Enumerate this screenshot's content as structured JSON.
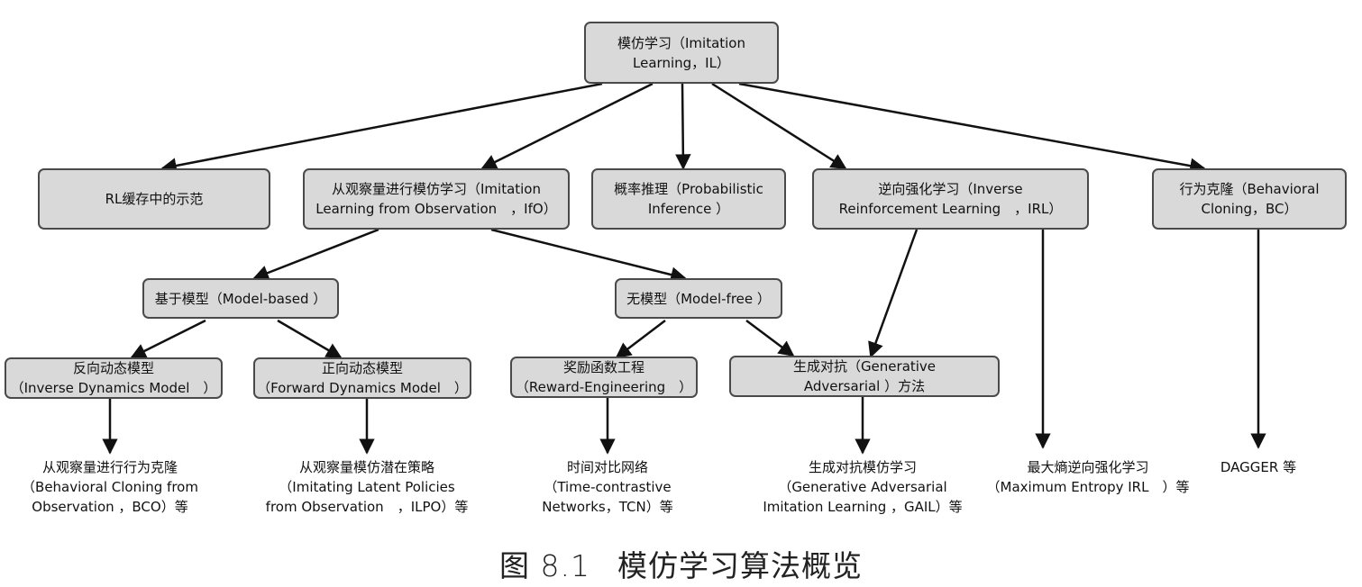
{
  "nodes": {
    "root": [
      "模仿学习（Imitation",
      "Learning，IL）"
    ],
    "rl_cache": [
      "RL缓存中的示范"
    ],
    "ifo": [
      "从观察量进行模仿学习（Imitation",
      "Learning from Observation　，IfO）"
    ],
    "prob": [
      "概率推理（Probabilistic",
      "Inference ）"
    ],
    "irl": [
      "逆向强化学习（Inverse",
      "Reinforcement Learning　，IRL）"
    ],
    "bc": [
      "行为克隆（Behavioral",
      "Cloning，BC）"
    ],
    "model_based": [
      "基于模型（Model-based ）"
    ],
    "model_free": [
      "无模型（Model-free ）"
    ],
    "inverse_dyn": [
      "反向动态模型",
      "（Inverse Dynamics Model　）"
    ],
    "forward_dyn": [
      "正向动态模型",
      "（Forward Dynamics Model　）"
    ],
    "reward_eng": [
      "奖励函数工程",
      "（Reward-Engineering　）"
    ],
    "gen_adv": [
      "生成对抗（Generative",
      "Adversarial ）方法"
    ]
  },
  "leaves": {
    "bco": [
      "从观察量进行行为克隆",
      "（Behavioral Cloning from",
      "Observation ，BCO）等"
    ],
    "ilpo": [
      "从观察量模仿潜在策略",
      "（Imitating Latent Policies",
      "from Observation　，ILPO）等"
    ],
    "tcn": [
      "时间对比网络",
      "（Time-contrastive",
      "Networks，TCN）等"
    ],
    "gail": [
      "生成对抗模仿学习",
      "（Generative Adversarial",
      "Imitation Learning ，GAIL）等"
    ],
    "maxent": [
      "最大熵逆向强化学习",
      "（Maximum Entropy IRL　）等"
    ],
    "dagger": [
      "DAGGER 等"
    ]
  },
  "caption": {
    "number": "图 8.1",
    "title": "模仿学习算法概览"
  }
}
